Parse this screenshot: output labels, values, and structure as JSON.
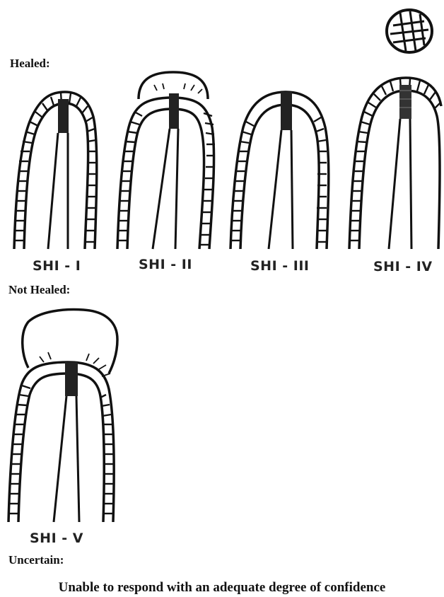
{
  "sections": {
    "healed": "Healed:",
    "not_healed": "Not Healed:",
    "uncertain": "Uncertain:"
  },
  "labels": {
    "shi1": "SHI - I",
    "shi2": "SHI - II",
    "shi3": "SHI - III",
    "shi4": "SHI - IV",
    "shi5": "SHI - V"
  },
  "footer_text": "Unable to respond with an adequate degree of confidence",
  "colors": {
    "ink": "#111111",
    "graft": "#222222",
    "background": "#ffffff"
  }
}
